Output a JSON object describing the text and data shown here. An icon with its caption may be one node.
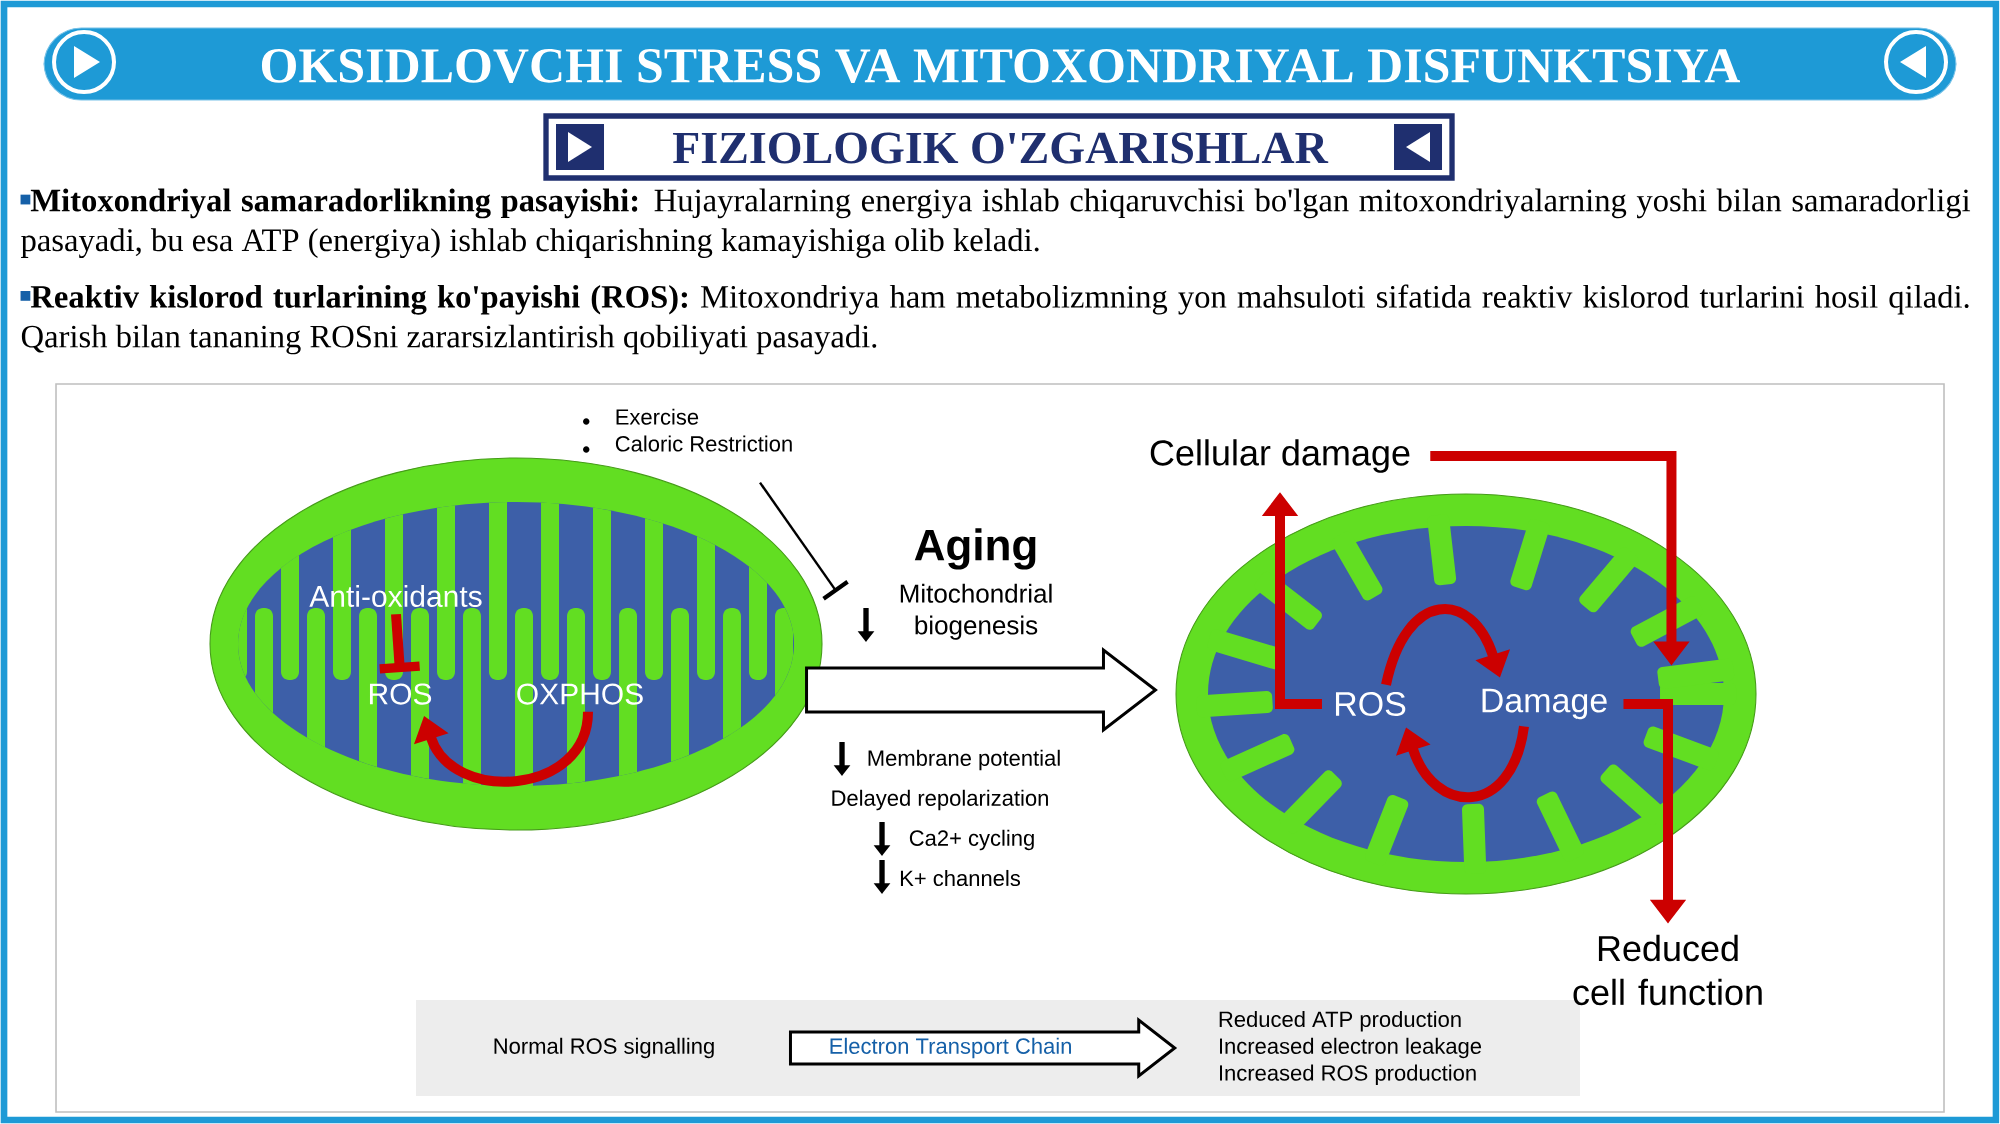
{
  "diagram": {
    "title": "OKSIDLOVCHI STRESS VA MITOXONDRIYAL DISFUNKTSIYA",
    "nodes": [
      {
        "text": [],
        "shape": "picture"
      },
      {
        "text": [
          "Anti-oxidants"
        ],
        "in": 0
      },
      {
        "text": [
          "ROS"
        ],
        "in": 0
      },
      {
        "text": [
          "OXPHOS"
        ],
        "in": 0
      },
      {
        "text": [
          "Exercise",
          "Caloric Restriction"
        ]
      },
      {
        "text": [
          "Aging",
          "Mitochondrial biogenesis"
        ]
      },
      {
        "text": [],
        "shape": "picture"
      },
      {
        "text": [
          "ROS"
        ],
        "in": 6
      },
      {
        "text": [
          "Damage"
        ],
        "in": 6
      },
      {
        "text": [
          "Cellular damage"
        ]
      },
      {
        "text": [
          "Reduced cell function"
        ]
      },
      {
        "text": [
          "Normal ROS signalling"
        ]
      },
      {
        "text": [
          "Reduced ATP production",
          "Increased electron leakage",
          "Increased ROS production"
        ]
      }
    ],
    "edges": [
      {
        "from": 0,
        "to": 6,
        "arrow": "to",
        "color": "#000000"
      },
      {
        "from": 4,
        "to": 5,
        "arrow": "other",
        "color": "#000000"
      },
      {
        "from": 1,
        "to": 2,
        "arrow": "other"
      },
      {
        "from": 3,
        "to": 2,
        "arrow": "to"
      },
      {
        "from": 7,
        "to": 8,
        "arrow": "to"
      },
      {
        "from": 8,
        "to": 7,
        "arrow": "to"
      },
      {
        "from": 7,
        "to": 9,
        "arrow": "to"
      },
      {
        "from": 9,
        "to": 8,
        "arrow": "to"
      },
      {
        "from": 8,
        "to": 10,
        "arrow": "to"
      },
      {
        "from": 11,
        "to": 12,
        "arrow": "to",
        "label": "Electron Transport Chain",
        "color": "#000000"
      }
    ],
    "labels": [
      "FIZIOLOGIK O'ZGARISHLAR",
      "**Mitoxondriyal samaradorlikning pasayishi:** Hujayralarning energiya ishlab chiqaruvchisi bo'lgan mitoxondriyalarning yoshi bilan samaradorligi pasayadi, bu esa ATP (energiya) ishlab chiqarishning kamayishiga olib keladi.",
      "**Reaktiv kislorod turlarining ko'payishi (ROS):** Mitoxondriya ham metabolizmning yon mahsuloti sifatida reaktiv kislorod turlarini hosil qiladi. Qarish bilan tananing ROSni zararsizlantirish qobiliyati pasayadi.",
      "Membrane potential",
      "Delayed repolarization",
      "Ca2+ cycling",
      "K+ channels"
    ]
  }
}
